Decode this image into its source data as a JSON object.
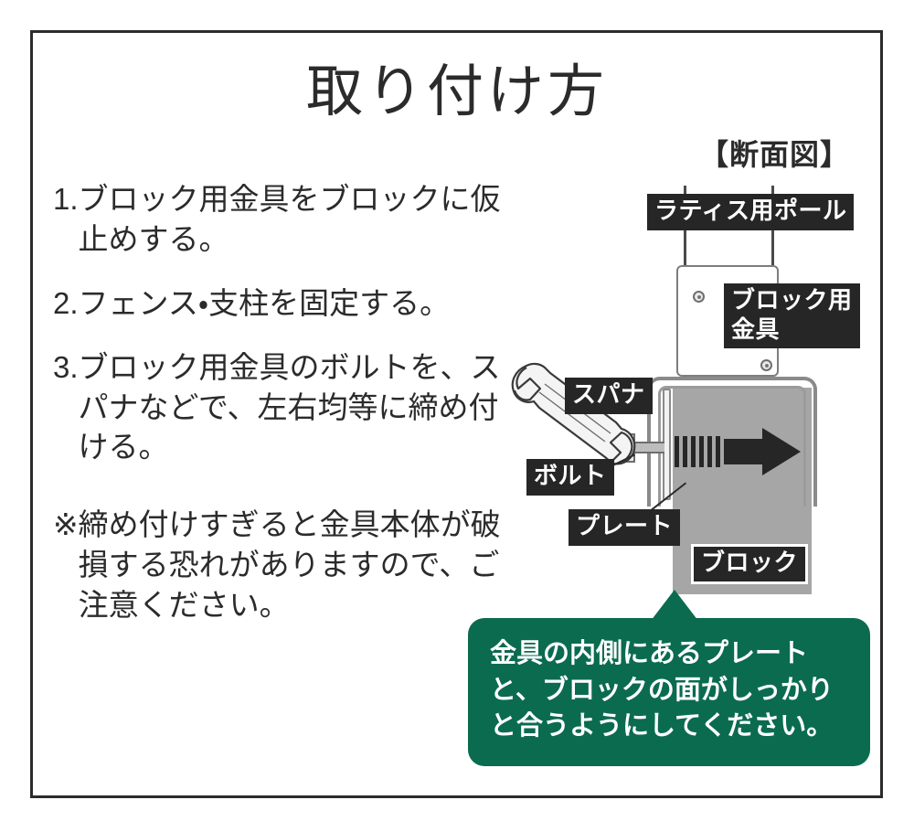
{
  "page": {
    "title": "取り付け方"
  },
  "steps": [
    {
      "num": "1.",
      "text": "ブロック用金具をブロックに仮止めする。"
    },
    {
      "num": "2.",
      "text": "フェンス・支柱を固定する。"
    },
    {
      "num": "3.",
      "text": "ブロック用金具のボルトを、スパナなどで、左右均等に締め付ける。"
    }
  ],
  "note": {
    "mark": "※",
    "text": "締め付けすぎると金具本体が破損する恐れがありますので、ご注意ください。"
  },
  "diagram": {
    "section_title": "【断面図】",
    "labels": {
      "pole": "ラティス用ポール",
      "bracket": "ブロック用\n金具",
      "spanner": "スパナ",
      "bolt": "ボルト",
      "plate": "プレート",
      "block": "ブロック"
    }
  },
  "callout": {
    "text": "金具の内側にあるプレートと、ブロックの面がしっかりと合うようにしてください。"
  },
  "colors": {
    "ink": "#2b2b2b",
    "label_bg": "#262626",
    "label_text": "#ffffff",
    "callout_green": "#0b6b4f",
    "block_gray": "#a6a6a6",
    "metal_gray": "#8a8a8a",
    "page_bg": "#ffffff"
  }
}
